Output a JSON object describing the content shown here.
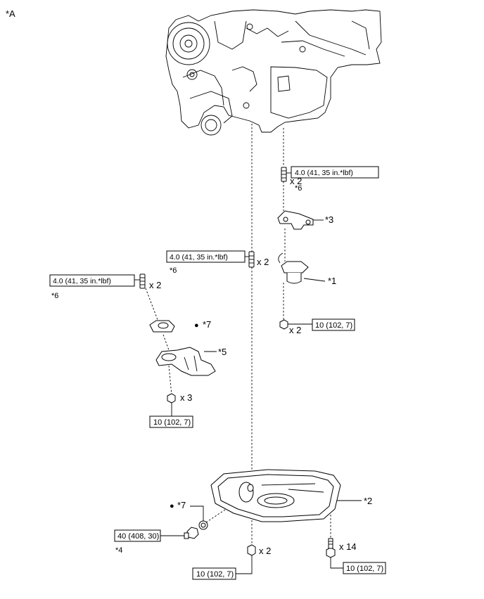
{
  "view_marker": "*A",
  "torque_specs": {
    "t1": "4.0 (41, 35 in.*lbf)",
    "t2": "4.0 (41, 35 in.*lbf)",
    "t3": "4.0 (41, 35 in.*lbf)",
    "t4": "10 (102, 7)",
    "t5": "10 (102, 7)",
    "t6": "40 (408, 30)",
    "t7": "10 (102, 7)",
    "t8": "10 (102, 7)"
  },
  "quantities": {
    "q1": "x 2",
    "q2": "x 2",
    "q3": "x 2",
    "q4": "x 2",
    "q5": "x 3",
    "q6": "x 2",
    "q7": "x 14"
  },
  "callouts": {
    "c6a": "*6",
    "c6b": "*6",
    "c6c": "*6",
    "c3": "*3",
    "c1": "*1",
    "c7a": "*7",
    "c5": "*5",
    "c2": "*2",
    "c7b": "*7",
    "c4": "*4"
  },
  "symbols": {
    "bullet": "●"
  }
}
